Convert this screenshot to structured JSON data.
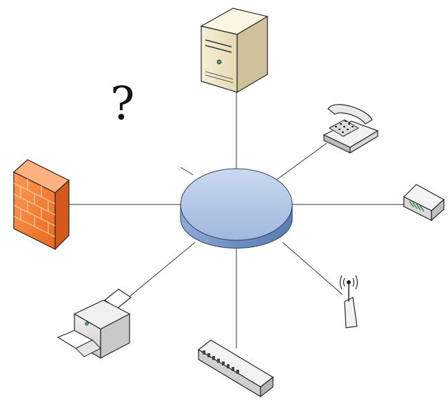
{
  "diagram": {
    "annotation": "?",
    "hub": {
      "icon": "router-hub-icon"
    },
    "devices": [
      {
        "name": "server",
        "icon": "server-tower-icon"
      },
      {
        "name": "telephone",
        "icon": "telephone-icon"
      },
      {
        "name": "modem",
        "icon": "modem-icon"
      },
      {
        "name": "wireless-access-point",
        "icon": "wireless-antenna-icon"
      },
      {
        "name": "switch",
        "icon": "network-switch-icon"
      },
      {
        "name": "printer",
        "icon": "printer-icon"
      },
      {
        "name": "firewall",
        "icon": "firewall-brick-icon"
      }
    ],
    "colors": {
      "hub_top": "#b9cdea",
      "hub_side": "#6f93c6",
      "firewall": "#f07a2e",
      "server_beige": "#efe6c8",
      "link": "#333333"
    }
  }
}
